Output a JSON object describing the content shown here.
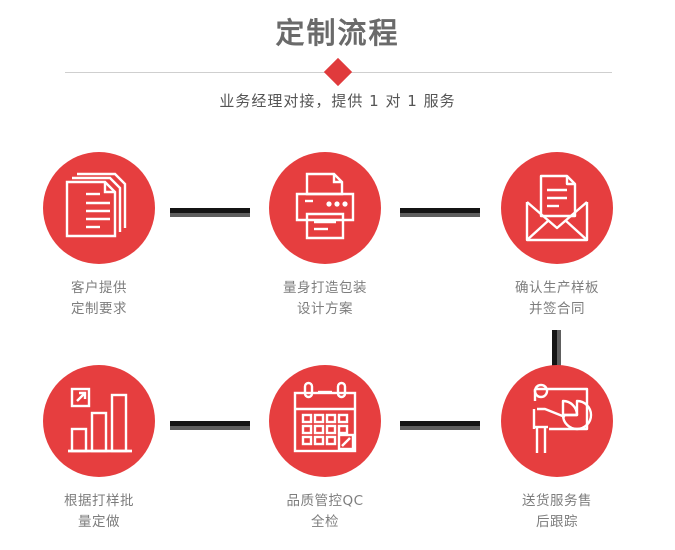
{
  "header": {
    "title": "定制流程",
    "subtitle": "业务经理对接，提供 1 对 1 服务",
    "diamond_icon": "diamond-marker",
    "accent_color": "#e63e3f",
    "title_color": "#6a6a6a",
    "divider_color": "#cfcfcf"
  },
  "flow": {
    "steps": [
      {
        "index": 1,
        "icon": "documents-stack-icon",
        "label_line1": "客户提供",
        "label_line2": "定制要求"
      },
      {
        "index": 2,
        "icon": "printer-icon",
        "label_line1": "量身打造包装",
        "label_line2": "设计方案"
      },
      {
        "index": 3,
        "icon": "envelope-document-icon",
        "label_line1": "确认生产样板",
        "label_line2": "并签合同"
      },
      {
        "index": 4,
        "icon": "bar-chart-growth-icon",
        "label_line1": "根据打样批",
        "label_line2": "量定做"
      },
      {
        "index": 5,
        "icon": "calendar-check-icon",
        "label_line1": "品质管控QC",
        "label_line2": "全检"
      },
      {
        "index": 6,
        "icon": "presenter-piechart-icon",
        "label_line1": "送货服务售",
        "label_line2": "后跟踪"
      }
    ],
    "connectors": [
      {
        "id": "arrow-1-to-2",
        "orientation": "horizontal"
      },
      {
        "id": "arrow-2-to-3",
        "orientation": "horizontal"
      },
      {
        "id": "arrow-3-to-4",
        "orientation": "vertical"
      },
      {
        "id": "arrow-4-to-5",
        "orientation": "horizontal"
      },
      {
        "id": "arrow-5-to-6",
        "orientation": "horizontal"
      }
    ],
    "label_color": "#7d7d7d",
    "circle_color": "#e63e3f",
    "connector_dark": "#141414",
    "connector_gray": "#5e5e5e"
  }
}
